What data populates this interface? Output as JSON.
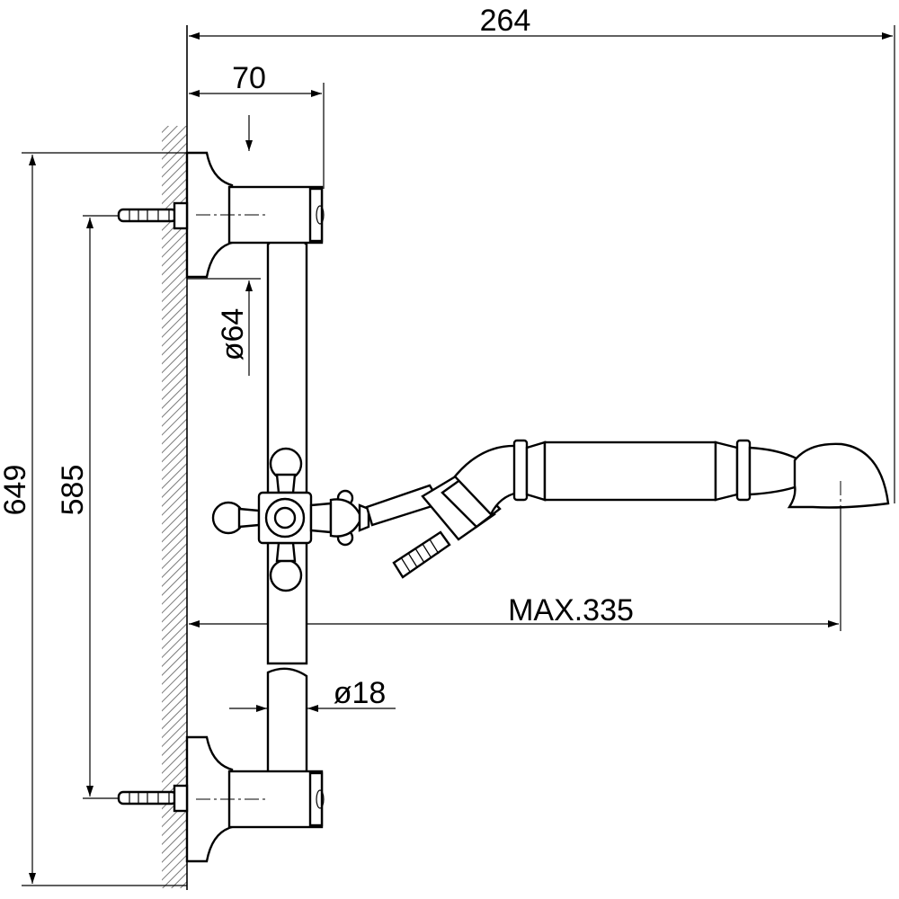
{
  "dimensions": {
    "overall_width": "264",
    "wall_offset": "70",
    "overall_height": "649",
    "mount_spacing": "585",
    "rosette_diameter": "ø64",
    "bar_diameter": "ø18",
    "hose_reach": "MAX.335"
  }
}
